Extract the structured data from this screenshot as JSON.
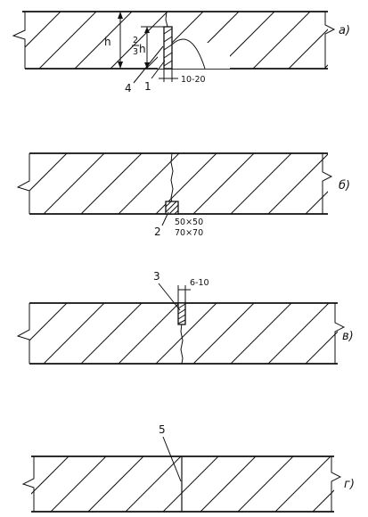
{
  "panels": [
    {
      "id": "a",
      "label": "а)",
      "dims": {
        "h": "h",
        "two_thirds": "2",
        "thirds": "3",
        "h2": "h",
        "gap": "10-20"
      },
      "callouts": [
        "4",
        "1"
      ]
    },
    {
      "id": "b",
      "label": "б)",
      "callout": "2",
      "sizes": [
        "50×50",
        "70×70"
      ]
    },
    {
      "id": "c",
      "label": "в)",
      "callout": "3",
      "gap": "6-10"
    },
    {
      "id": "d",
      "label": "г)",
      "callout": "5"
    }
  ]
}
